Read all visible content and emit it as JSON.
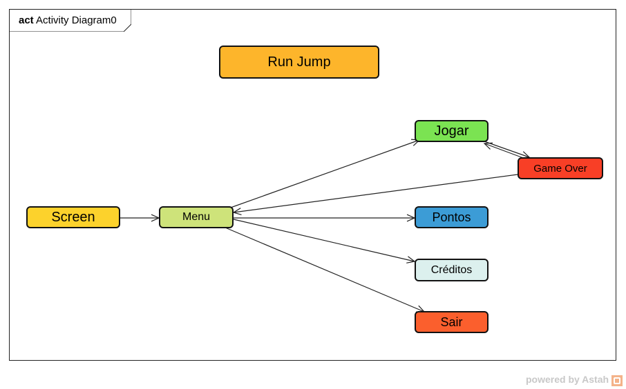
{
  "frame": {
    "keyword": "act",
    "name": "Activity Diagram0"
  },
  "title_node": {
    "label": "Run Jump",
    "color": "#FDB52B"
  },
  "nodes": {
    "screen": {
      "label": "Screen",
      "color": "#FCD22C"
    },
    "menu": {
      "label": "Menu",
      "color": "#CEE37A"
    },
    "jogar": {
      "label": "Jogar",
      "color": "#7BE352"
    },
    "gameover": {
      "label": "Game Over",
      "color": "#F83F26"
    },
    "pontos": {
      "label": "Pontos",
      "color": "#3C9CD6"
    },
    "creditos": {
      "label": "Créditos",
      "color": "#DCF0EE"
    },
    "sair": {
      "label": "Sair",
      "color": "#FB5F2D"
    }
  },
  "edges": [
    {
      "from": "screen",
      "to": "menu"
    },
    {
      "from": "menu",
      "to": "jogar"
    },
    {
      "from": "jogar",
      "to": "gameover"
    },
    {
      "from": "gameover",
      "to": "jogar"
    },
    {
      "from": "gameover",
      "to": "menu"
    },
    {
      "from": "menu",
      "to": "pontos"
    },
    {
      "from": "menu",
      "to": "creditos"
    },
    {
      "from": "menu",
      "to": "sair"
    }
  ],
  "footer": {
    "brand": "powered by Astah"
  }
}
